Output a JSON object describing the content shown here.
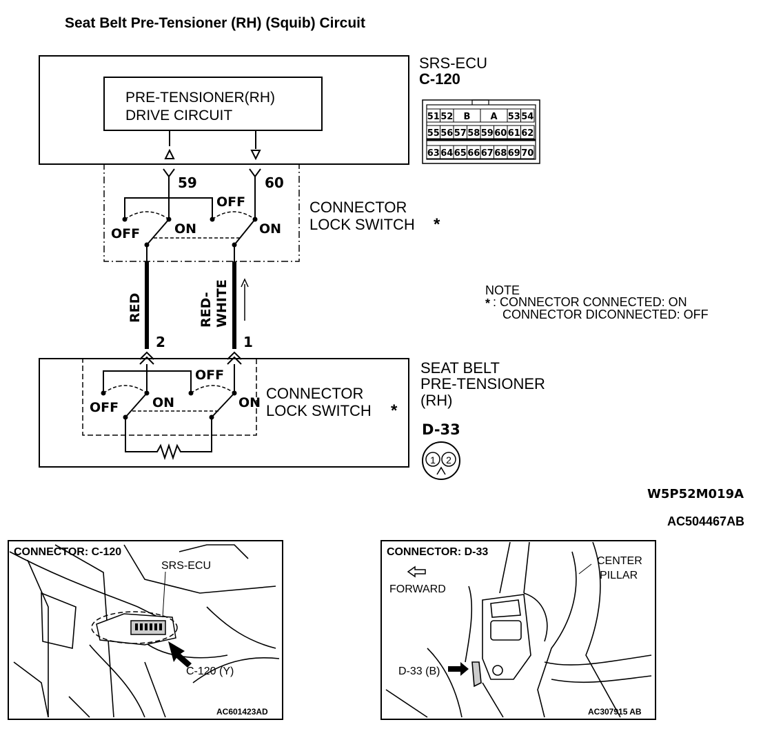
{
  "title": "Seat Belt Pre-Tensioner (RH) (Squib) Circuit",
  "srs_ecu": {
    "name": "SRS-ECU",
    "connector": "C-120",
    "drive_circuit": [
      "PRE-TENSIONER(RH)",
      "DRIVE CIRCUIT"
    ],
    "pins": {
      "left": "59",
      "right": "60"
    },
    "connector_face": {
      "row1": [
        "51",
        "52",
        "B",
        "A",
        "53",
        "54"
      ],
      "row2": [
        "55",
        "56",
        "57",
        "58",
        "59",
        "60",
        "61",
        "62"
      ],
      "row3": [
        "63",
        "64",
        "65",
        "66",
        "67",
        "68",
        "69",
        "70"
      ]
    }
  },
  "lock_switch": {
    "label": [
      "CONNECTOR",
      "LOCK SWITCH"
    ],
    "star": "*",
    "off": "OFF",
    "on": "ON"
  },
  "wires": [
    {
      "color": [
        "RED"
      ],
      "pin": "2"
    },
    {
      "color": [
        "RED-",
        "WHITE"
      ],
      "pin": "1"
    }
  ],
  "note": {
    "heading": "NOTE",
    "star": "*",
    "line1": ": CONNECTOR CONNECTED: ON",
    "line2": "CONNECTOR DICONNECTED: OFF"
  },
  "pretensioner": {
    "name": [
      "SEAT BELT",
      "PRE-TENSIONER",
      "(RH)"
    ],
    "connector": "D-33",
    "pins": [
      "1",
      "2"
    ]
  },
  "figure_codes": [
    "W5P52M019A",
    "AC504467AB"
  ],
  "photo_left": {
    "title": "CONNECTOR: C-120",
    "label_ecu": "SRS-ECU",
    "label_conn": "C-120 (Y)",
    "code": "AC601423AD"
  },
  "photo_right": {
    "title": "CONNECTOR: D-33",
    "forward": "FORWARD",
    "pillar": [
      "CENTER",
      "PILLAR"
    ],
    "label_conn": "D-33 (B)",
    "code": "AC307915 AB"
  }
}
